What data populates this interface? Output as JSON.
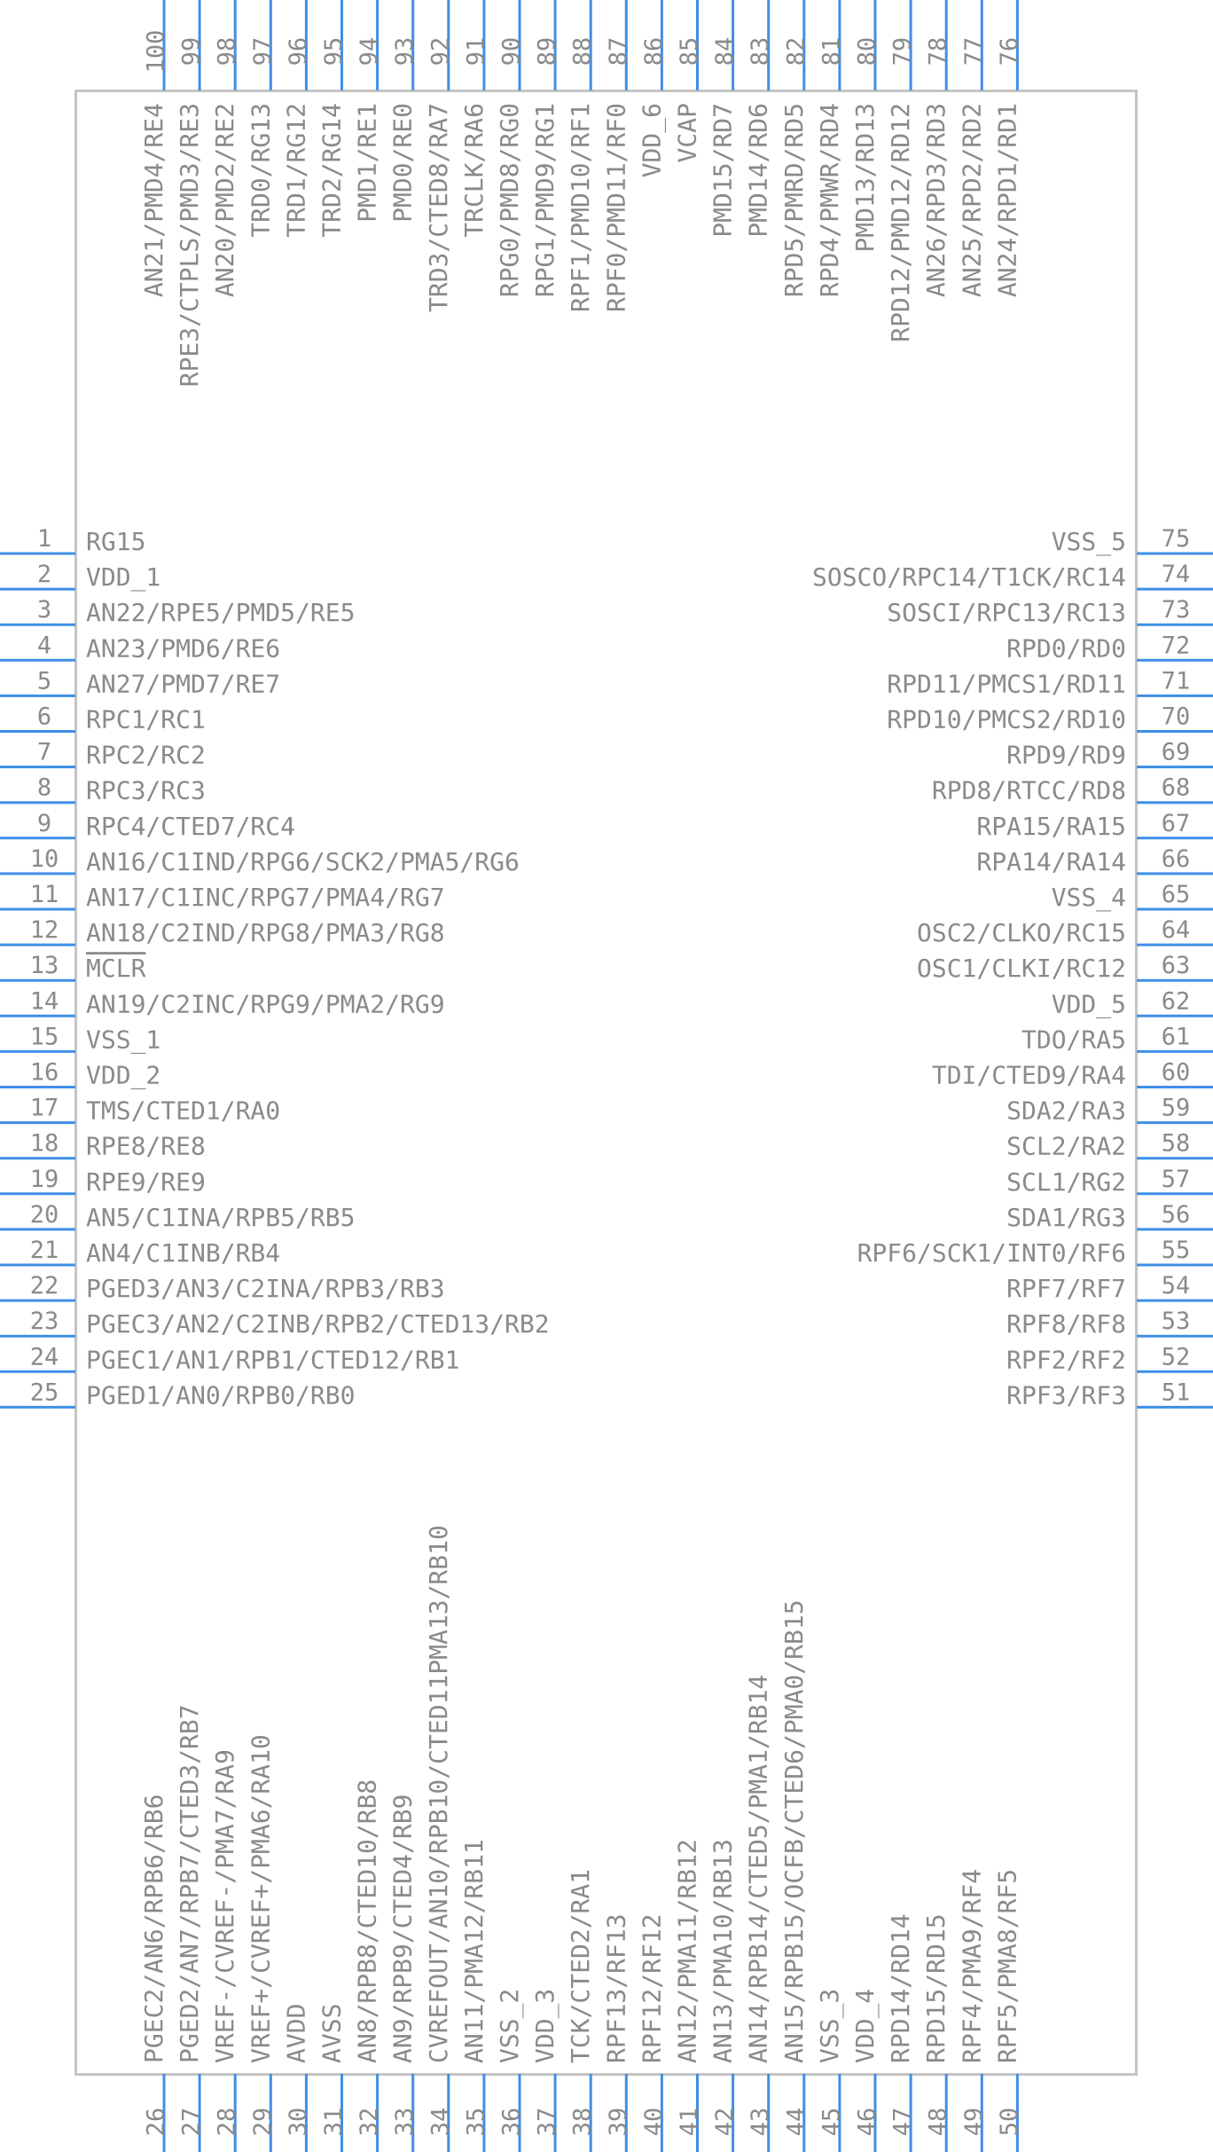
{
  "component": {
    "pin_count": 100,
    "pins": {
      "left": [
        {
          "num": "1",
          "name": "RG15"
        },
        {
          "num": "2",
          "name": "VDD_1"
        },
        {
          "num": "3",
          "name": "AN22/RPE5/PMD5/RE5"
        },
        {
          "num": "4",
          "name": "AN23/PMD6/RE6"
        },
        {
          "num": "5",
          "name": "AN27/PMD7/RE7"
        },
        {
          "num": "6",
          "name": "RPC1/RC1"
        },
        {
          "num": "7",
          "name": "RPC2/RC2"
        },
        {
          "num": "8",
          "name": "RPC3/RC3"
        },
        {
          "num": "9",
          "name": "RPC4/CTED7/RC4"
        },
        {
          "num": "10",
          "name": "AN16/C1IND/RPG6/SCK2/PMA5/RG6"
        },
        {
          "num": "11",
          "name": "AN17/C1INC/RPG7/PMA4/RG7"
        },
        {
          "num": "12",
          "name": "AN18/C2IND/RPG8/PMA3/RG8"
        },
        {
          "num": "13",
          "name": "MCLR",
          "overline": true
        },
        {
          "num": "14",
          "name": "AN19/C2INC/RPG9/PMA2/RG9"
        },
        {
          "num": "15",
          "name": "VSS_1"
        },
        {
          "num": "16",
          "name": "VDD_2"
        },
        {
          "num": "17",
          "name": "TMS/CTED1/RA0"
        },
        {
          "num": "18",
          "name": "RPE8/RE8"
        },
        {
          "num": "19",
          "name": "RPE9/RE9"
        },
        {
          "num": "20",
          "name": "AN5/C1INA/RPB5/RB5"
        },
        {
          "num": "21",
          "name": "AN4/C1INB/RB4"
        },
        {
          "num": "22",
          "name": "PGED3/AN3/C2INA/RPB3/RB3"
        },
        {
          "num": "23",
          "name": "PGEC3/AN2/C2INB/RPB2/CTED13/RB2"
        },
        {
          "num": "24",
          "name": "PGEC1/AN1/RPB1/CTED12/RB1"
        },
        {
          "num": "25",
          "name": "PGED1/AN0/RPB0/RB0"
        }
      ],
      "bottom": [
        {
          "num": "26",
          "name": "PGEC2/AN6/RPB6/RB6"
        },
        {
          "num": "27",
          "name": "PGED2/AN7/RPB7/CTED3/RB7"
        },
        {
          "num": "28",
          "name": "VREF-/CVREF-/PMA7/RA9"
        },
        {
          "num": "29",
          "name": "VREF+/CVREF+/PMA6/RA10"
        },
        {
          "num": "30",
          "name": "AVDD"
        },
        {
          "num": "31",
          "name": "AVSS"
        },
        {
          "num": "32",
          "name": "AN8/RPB8/CTED10/RB8"
        },
        {
          "num": "33",
          "name": "AN9/RPB9/CTED4/RB9"
        },
        {
          "num": "34",
          "name": "CVREFOUT/AN10/RPB10/CTED11PMA13/RB10"
        },
        {
          "num": "35",
          "name": "AN11/PMA12/RB11"
        },
        {
          "num": "36",
          "name": "VSS_2"
        },
        {
          "num": "37",
          "name": "VDD_3"
        },
        {
          "num": "38",
          "name": "TCK/CTED2/RA1"
        },
        {
          "num": "39",
          "name": "RPF13/RF13"
        },
        {
          "num": "40",
          "name": "RPF12/RF12"
        },
        {
          "num": "41",
          "name": "AN12/PMA11/RB12"
        },
        {
          "num": "42",
          "name": "AN13/PMA10/RB13"
        },
        {
          "num": "43",
          "name": "AN14/RPB14/CTED5/PMA1/RB14"
        },
        {
          "num": "44",
          "name": "AN15/RPB15/OCFB/CTED6/PMA0/RB15"
        },
        {
          "num": "45",
          "name": "VSS_3"
        },
        {
          "num": "46",
          "name": "VDD_4"
        },
        {
          "num": "47",
          "name": "RPD14/RD14"
        },
        {
          "num": "48",
          "name": "RPD15/RD15"
        },
        {
          "num": "49",
          "name": "RPF4/PMA9/RF4"
        },
        {
          "num": "50",
          "name": "RPF5/PMA8/RF5"
        }
      ],
      "right": [
        {
          "num": "51",
          "name": "RPF3/RF3"
        },
        {
          "num": "52",
          "name": "RPF2/RF2"
        },
        {
          "num": "53",
          "name": "RPF8/RF8"
        },
        {
          "num": "54",
          "name": "RPF7/RF7"
        },
        {
          "num": "55",
          "name": "RPF6/SCK1/INT0/RF6"
        },
        {
          "num": "56",
          "name": "SDA1/RG3"
        },
        {
          "num": "57",
          "name": "SCL1/RG2"
        },
        {
          "num": "58",
          "name": "SCL2/RA2"
        },
        {
          "num": "59",
          "name": "SDA2/RA3"
        },
        {
          "num": "60",
          "name": "TDI/CTED9/RA4"
        },
        {
          "num": "61",
          "name": "TDO/RA5"
        },
        {
          "num": "62",
          "name": "VDD_5"
        },
        {
          "num": "63",
          "name": "OSC1/CLKI/RC12"
        },
        {
          "num": "64",
          "name": "OSC2/CLKO/RC15"
        },
        {
          "num": "65",
          "name": "VSS_4"
        },
        {
          "num": "66",
          "name": "RPA14/RA14"
        },
        {
          "num": "67",
          "name": "RPA15/RA15"
        },
        {
          "num": "68",
          "name": "RPD8/RTCC/RD8"
        },
        {
          "num": "69",
          "name": "RPD9/RD9"
        },
        {
          "num": "70",
          "name": "RPD10/PMCS2/RD10"
        },
        {
          "num": "71",
          "name": "RPD11/PMCS1/RD11"
        },
        {
          "num": "72",
          "name": "RPD0/RD0"
        },
        {
          "num": "73",
          "name": "SOSCI/RPC13/RC13"
        },
        {
          "num": "74",
          "name": "SOSCO/RPC14/T1CK/RC14"
        },
        {
          "num": "75",
          "name": "VSS_5"
        }
      ],
      "top": [
        {
          "num": "76",
          "name": "AN24/RPD1/RD1"
        },
        {
          "num": "77",
          "name": "AN25/RPD2/RD2"
        },
        {
          "num": "78",
          "name": "AN26/RPD3/RD3"
        },
        {
          "num": "79",
          "name": "RPD12/PMD12/RD12"
        },
        {
          "num": "80",
          "name": "PMD13/RD13"
        },
        {
          "num": "81",
          "name": "RPD4/PMWR/RD4"
        },
        {
          "num": "82",
          "name": "RPD5/PMRD/RD5"
        },
        {
          "num": "83",
          "name": "PMD14/RD6"
        },
        {
          "num": "84",
          "name": "PMD15/RD7"
        },
        {
          "num": "85",
          "name": "VCAP"
        },
        {
          "num": "86",
          "name": "VDD_6"
        },
        {
          "num": "87",
          "name": "RPF0/PMD11/RF0"
        },
        {
          "num": "88",
          "name": "RPF1/PMD10/RF1"
        },
        {
          "num": "89",
          "name": "RPG1/PMD9/RG1"
        },
        {
          "num": "90",
          "name": "RPG0/PMD8/RG0"
        },
        {
          "num": "91",
          "name": "TRCLK/RA6"
        },
        {
          "num": "92",
          "name": "TRD3/CTED8/RA7"
        },
        {
          "num": "93",
          "name": "PMD0/RE0"
        },
        {
          "num": "94",
          "name": "PMD1/RE1"
        },
        {
          "num": "95",
          "name": "TRD2/RG14"
        },
        {
          "num": "96",
          "name": "TRD1/RG12"
        },
        {
          "num": "97",
          "name": "TRD0/RG13"
        },
        {
          "num": "98",
          "name": "AN20/PMD2/RE2"
        },
        {
          "num": "99",
          "name": "RPE3/CTPLS/PMD3/RE3"
        },
        {
          "num": "100",
          "name": "AN21/PMD4/RE4"
        }
      ]
    }
  },
  "colors": {
    "pin_line": "#3f8fe6",
    "body_outline": "#c4c4c4",
    "text": "#8a8a8a",
    "background": "#ffffff"
  }
}
